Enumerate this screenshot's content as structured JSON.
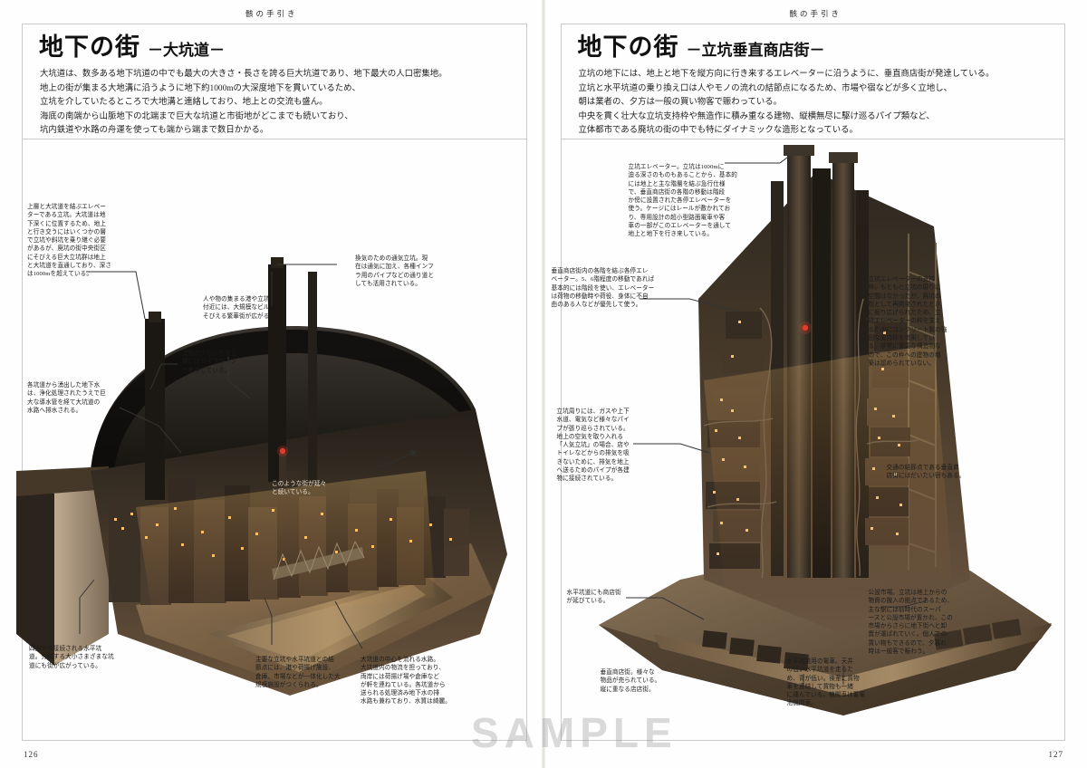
{
  "book": {
    "running_head": "骸の手引き",
    "watermark": "SAMPLE"
  },
  "left_page": {
    "page_number": "126",
    "title_main": "地下の街",
    "title_sub": "－大坑道－",
    "lede": [
      "大坑道は、数多ある地下坑道の中でも最大の大きさ・長さを誇る巨大坑道であり、地下最大の人口密集地。",
      "地上の街が集まる大地溝に沿うように地下約1000mの大深度地下を貫いているため、",
      "立坑を介していたるところで大地溝と連絡しており、地上との交流も盛ん。",
      "海底の南端から山脈地下の北端まで巨大な坑道と市街地がどこまでも続いており、",
      "坑内鉄道や水路の舟運を使っても端から端まで数日かかる。"
    ],
    "callouts": [
      {
        "name": "elevator-shaft-note",
        "lines": [
          "上層と大坑道を結ぶエレベー",
          "ターである立坑。大坑道は地",
          "下深くに位置するため、地上",
          "と行き交うにはいくつかの層",
          "で立坑や斜坑を乗り継ぐ必要",
          "があるが、廃坑の街中央街区",
          "にそびえる巨大立坑群は地上",
          "と大坑道を直通しており、深さ",
          "は1000mを超えている。"
        ]
      },
      {
        "name": "downtown-note",
        "lines": [
          "人や物の集まる港や立坑",
          "付近には、大規模なビルの",
          "そびえる繁華街が広がる。"
        ]
      },
      {
        "name": "pipeline-note",
        "lines": [
          "建物の少ない坑道上",
          "部にはパイプライン",
          "が集中している。"
        ]
      },
      {
        "name": "ventilation-shaft-note",
        "lines": [
          "換気のための通気立坑。現",
          "在は通気に加え、各種インフ",
          "ラ用のパイプなどの通り道と",
          "しても活用されている。"
        ]
      },
      {
        "name": "groundwater-note",
        "lines": [
          "各坑道から湧出した地下水",
          "は、浄化処理されたうえで巨",
          "大な導水管を経て大坑道の",
          "水路へ排水される。"
        ]
      },
      {
        "name": "horizontal-tunnel-note",
        "lines": [
          "四方から接続される水平坑",
          "道。分岐する大小さまざまな坑",
          "道にも街が広がっている。"
        ]
      },
      {
        "name": "hub-facility-note",
        "lines": [
          "主要な立坑や水平坑道との結",
          "節点には、港や荷揚げ施設、",
          "倉庫、市場などが一体化した大",
          "規模施設がつくられる。"
        ]
      },
      {
        "name": "waterway-note",
        "lines": [
          "大坑道の中心を流れる水路。",
          "大坑道内の物流を担っており、",
          "両岸には荷揚げ場や倉庫など",
          "が軒を連ねている。各坑道から",
          "送られる処理済み地下水の排",
          "水路も兼ねており、水質は綺麗。"
        ]
      },
      {
        "name": "city-extent-note",
        "lines": [
          "このような街が延々",
          "と続いている。"
        ]
      }
    ]
  },
  "right_page": {
    "page_number": "127",
    "title_main": "地下の街",
    "title_sub": "－立坑垂直商店街－",
    "lede": [
      "立坑の地下には、地上と地下を縦方向に行き来するエレベーターに沿うように、垂直商店街が発達している。",
      "立坑と水平坑道の乗り換え口は人やモノの流れの結節点になるため、市場や宿などが多く立地し、",
      "朝は業者の、夕方は一般の買い物客で賑わっている。",
      "中央を貫く壮大な立坑支持枠や無造作に積み重なる建物、縦横無尽に駆け巡るパイプ類など、",
      "立体都市である廃坑の街の中でも特にダイナミックな造形となっている。"
    ],
    "callouts": [
      {
        "name": "shaft-elevator-note",
        "lines": [
          "立坑エレベーター。立坑は1000mに",
          "迫る深さのものもあることから、基本的",
          "には地上と主な階層を結ぶ急行仕様",
          "で、垂直商店街の各階の移動は階段",
          "か傍に設置された各停エレベーターを",
          "使う。ケージにはレールが敷かれてお",
          "り、専用設計の超小型路面電車や客",
          "車の一部がこのエレベーターを通して",
          "地上と地下を行き来している。"
        ]
      },
      {
        "name": "local-elevator-note",
        "lines": [
          "垂直商店街内の各階を結ぶ各停エレ",
          "ベーター。5、6階程度の移動であれば",
          "基本的には階段を使い、エレベーター",
          "は荷物の移動時や荷役、身体に不自",
          "由のある人などが優先して使う。"
        ]
      },
      {
        "name": "support-frame-note",
        "lines": [
          "立坑エレベーターの支持",
          "枠。もともと立坑の周りに",
          "空間はなかったが、廃坑の",
          "街として再開発されたとき",
          "に掘り広げられたため、立",
          "坑エレベーターの枠を支え",
          "るためにコンクリート製の強",
          "固な支持枠を増築してい",
          "る。非常に重要な構造物な",
          "ので、この枠への建物の増",
          "築は認められていない。"
        ]
      },
      {
        "name": "air-pipe-note",
        "lines": [
          "立坑周りには、ガスや上下",
          "水道、電気など様々なパイ",
          "プが張り巡らされている。",
          "地上の空気を取り入れる",
          "「人気立坑」の場合、店や",
          "トイレなどからの排気を吸",
          "きないために、排気を地上",
          "へ送るためのパイプが各建",
          "物に接続されている。"
        ]
      },
      {
        "name": "horizontal-tunnel-shop-note",
        "lines": [
          "水平坑道にも商店街",
          "が延びている。"
        ]
      },
      {
        "name": "junction-shop-note",
        "lines": [
          "交通の結節点である垂直商",
          "店街にはだいたい宿もある。"
        ]
      },
      {
        "name": "market-note",
        "lines": [
          "公設市場。立坑は地上からの",
          "物資の搬入の拠点であるため、",
          "主な駅には前時代のスーパ",
          "ースと公設市場が置かれ、この",
          "市場からさらに地下街へと卸",
          "賣が運ばれていく。個人での",
          "買い物もできるので、夕暮れ",
          "時は一般客で賑わう。"
        ]
      },
      {
        "name": "tram-note",
        "lines": [
          "水平坑道用の電車。天井",
          "の低い水平坑道を走るた",
          "め、背が低い。後輩に貨物",
          "車を連結して貨物も一緒",
          "に運んでいる。機関車は蓄電",
          "池機関車。"
        ]
      },
      {
        "name": "vertical-shops-note",
        "lines": [
          "垂直商店街。様々な",
          "物品が売られている。",
          "縦に重なる店店街。"
        ]
      }
    ]
  }
}
